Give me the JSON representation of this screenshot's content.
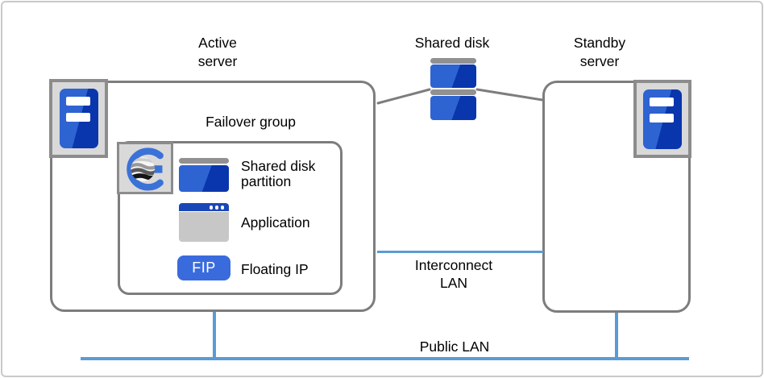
{
  "labels": {
    "active_server": [
      "Active",
      "server"
    ],
    "shared_disk": "Shared disk",
    "standby_server": [
      "Standby",
      "server"
    ],
    "failover_group": "Failover group",
    "shared_disk_partition": [
      "Shared disk",
      "partition"
    ],
    "application": "Application",
    "fip_badge": "FIP",
    "floating_ip": "Floating IP",
    "interconnect_lan": [
      "Interconnect",
      "LAN"
    ],
    "public_lan": "Public LAN"
  },
  "icons": {
    "active_server_icon": "server-tower-icon",
    "standby_server_icon": "server-tower-icon",
    "shared_disk_icon": "disk-stack-icon",
    "cluster_logo": "g-globe-logo-icon",
    "partition_icon": "disk-partition-icon",
    "application_icon": "app-window-icon",
    "fip_icon": "fip-badge"
  },
  "colors": {
    "line_blue": "#5b9bd5",
    "box_border": "#7d7d7d",
    "badge_bg": "#d9d9d9",
    "badge_border": "#8c8c8c",
    "icon_blue_light": "#2e63d2",
    "icon_blue_dark": "#0a36ad",
    "fip_blue": "#3a6bdd",
    "app_titlebar_blue": "#1a47b8",
    "app_body_gray": "#c7c7c7",
    "disk_cap_gray": "#919191",
    "logo_blue": "#3b72d8",
    "frame_gray": "#c9c9c9",
    "text_black": "#000000"
  }
}
